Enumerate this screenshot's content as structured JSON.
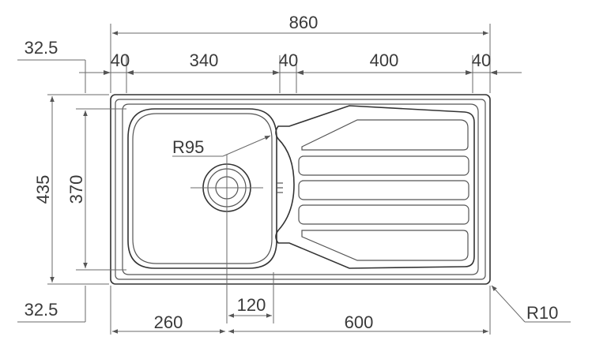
{
  "drawing": {
    "labels": {
      "overall_width": "860",
      "edge_left": "32.5",
      "edge_bottom": "32.5",
      "seg_40_a": "40",
      "seg_340": "340",
      "seg_40_b": "40",
      "seg_400": "400",
      "seg_40_c": "40",
      "overall_depth": "435",
      "bowl_depth": "370",
      "bowl_radius": "R95",
      "corner_radius": "R10",
      "drain_offset": "260",
      "drain_gap": "120",
      "drainer_width": "600"
    },
    "colors": {
      "line": "#6a6a6a",
      "outline": "#333333",
      "text": "#3a3a3a"
    }
  }
}
